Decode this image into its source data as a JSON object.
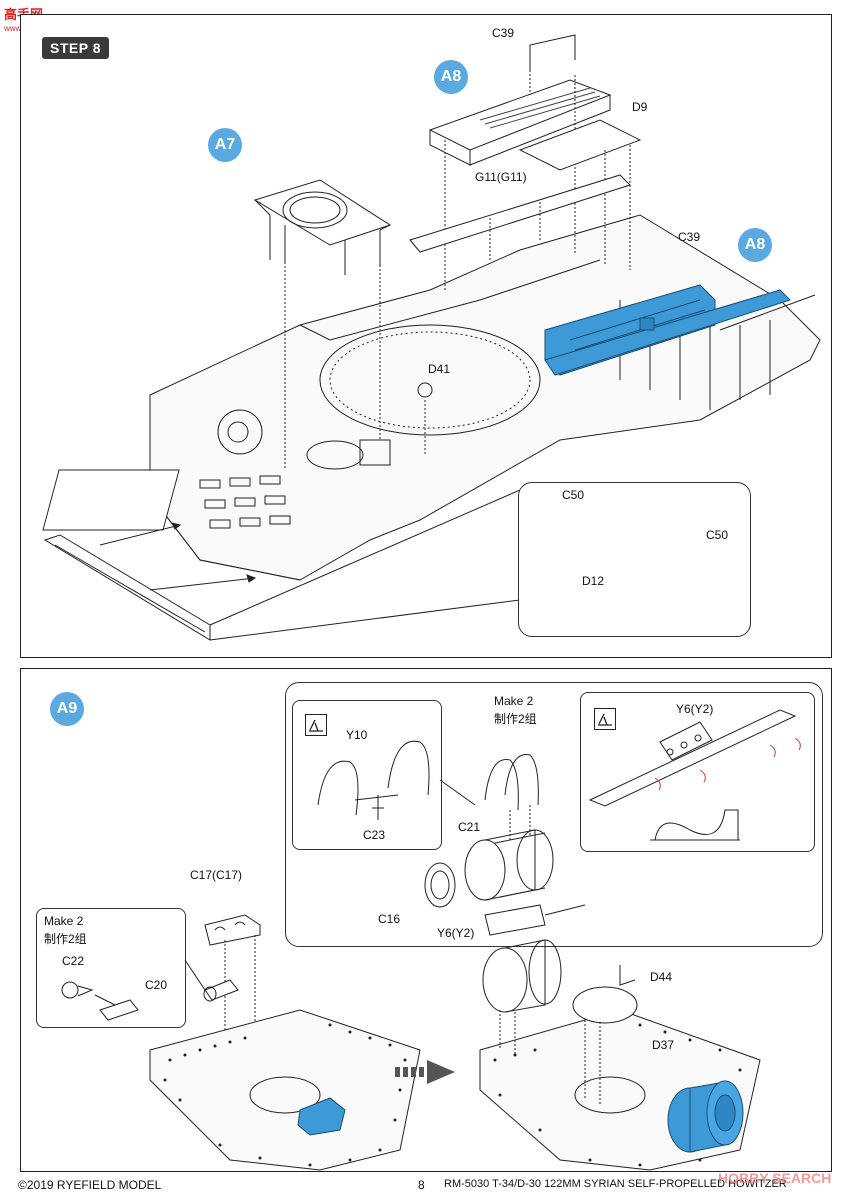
{
  "logo": {
    "text1": "高",
    "text2": "手网",
    "url": "www.gao-shou.com"
  },
  "step": {
    "label": "STEP 8"
  },
  "bubbles": {
    "a7": "A7",
    "a8_top": "A8",
    "a8_right": "A8",
    "a9": "A9"
  },
  "top_labels": {
    "c39_top": "C39",
    "d9": "D9",
    "g11": "G11(G11)",
    "c39_mid": "C39",
    "d41": "D41",
    "c50_a": "C50",
    "c50_b": "C50",
    "d12": "D12"
  },
  "bottom_labels": {
    "make2_top": "Make 2",
    "make2_top_cn": "制作2组",
    "y10": "Y10",
    "c23": "C23",
    "c21": "C21",
    "c16": "C16",
    "y6y2_a": "Y6(Y2)",
    "y6y2_b": "Y6(Y2)",
    "c17": "C17(C17)",
    "make2_left": "Make 2",
    "make2_left_cn": "制作2组",
    "c22": "C22",
    "c20": "C20",
    "d44": "D44",
    "d37": "D37"
  },
  "footer": {
    "copyright": "©2019 RYEFIELD MODEL",
    "page": "8",
    "title": "RM-5030 T-34/D-30 122MM SYRIAN SELF-PROPELLED HOWITZER",
    "watermark": "HOBBY SEARCH"
  },
  "colors": {
    "highlight": "#3d9ad6",
    "bubble": "#5aa9e0",
    "badge": "#3a3a3a"
  }
}
